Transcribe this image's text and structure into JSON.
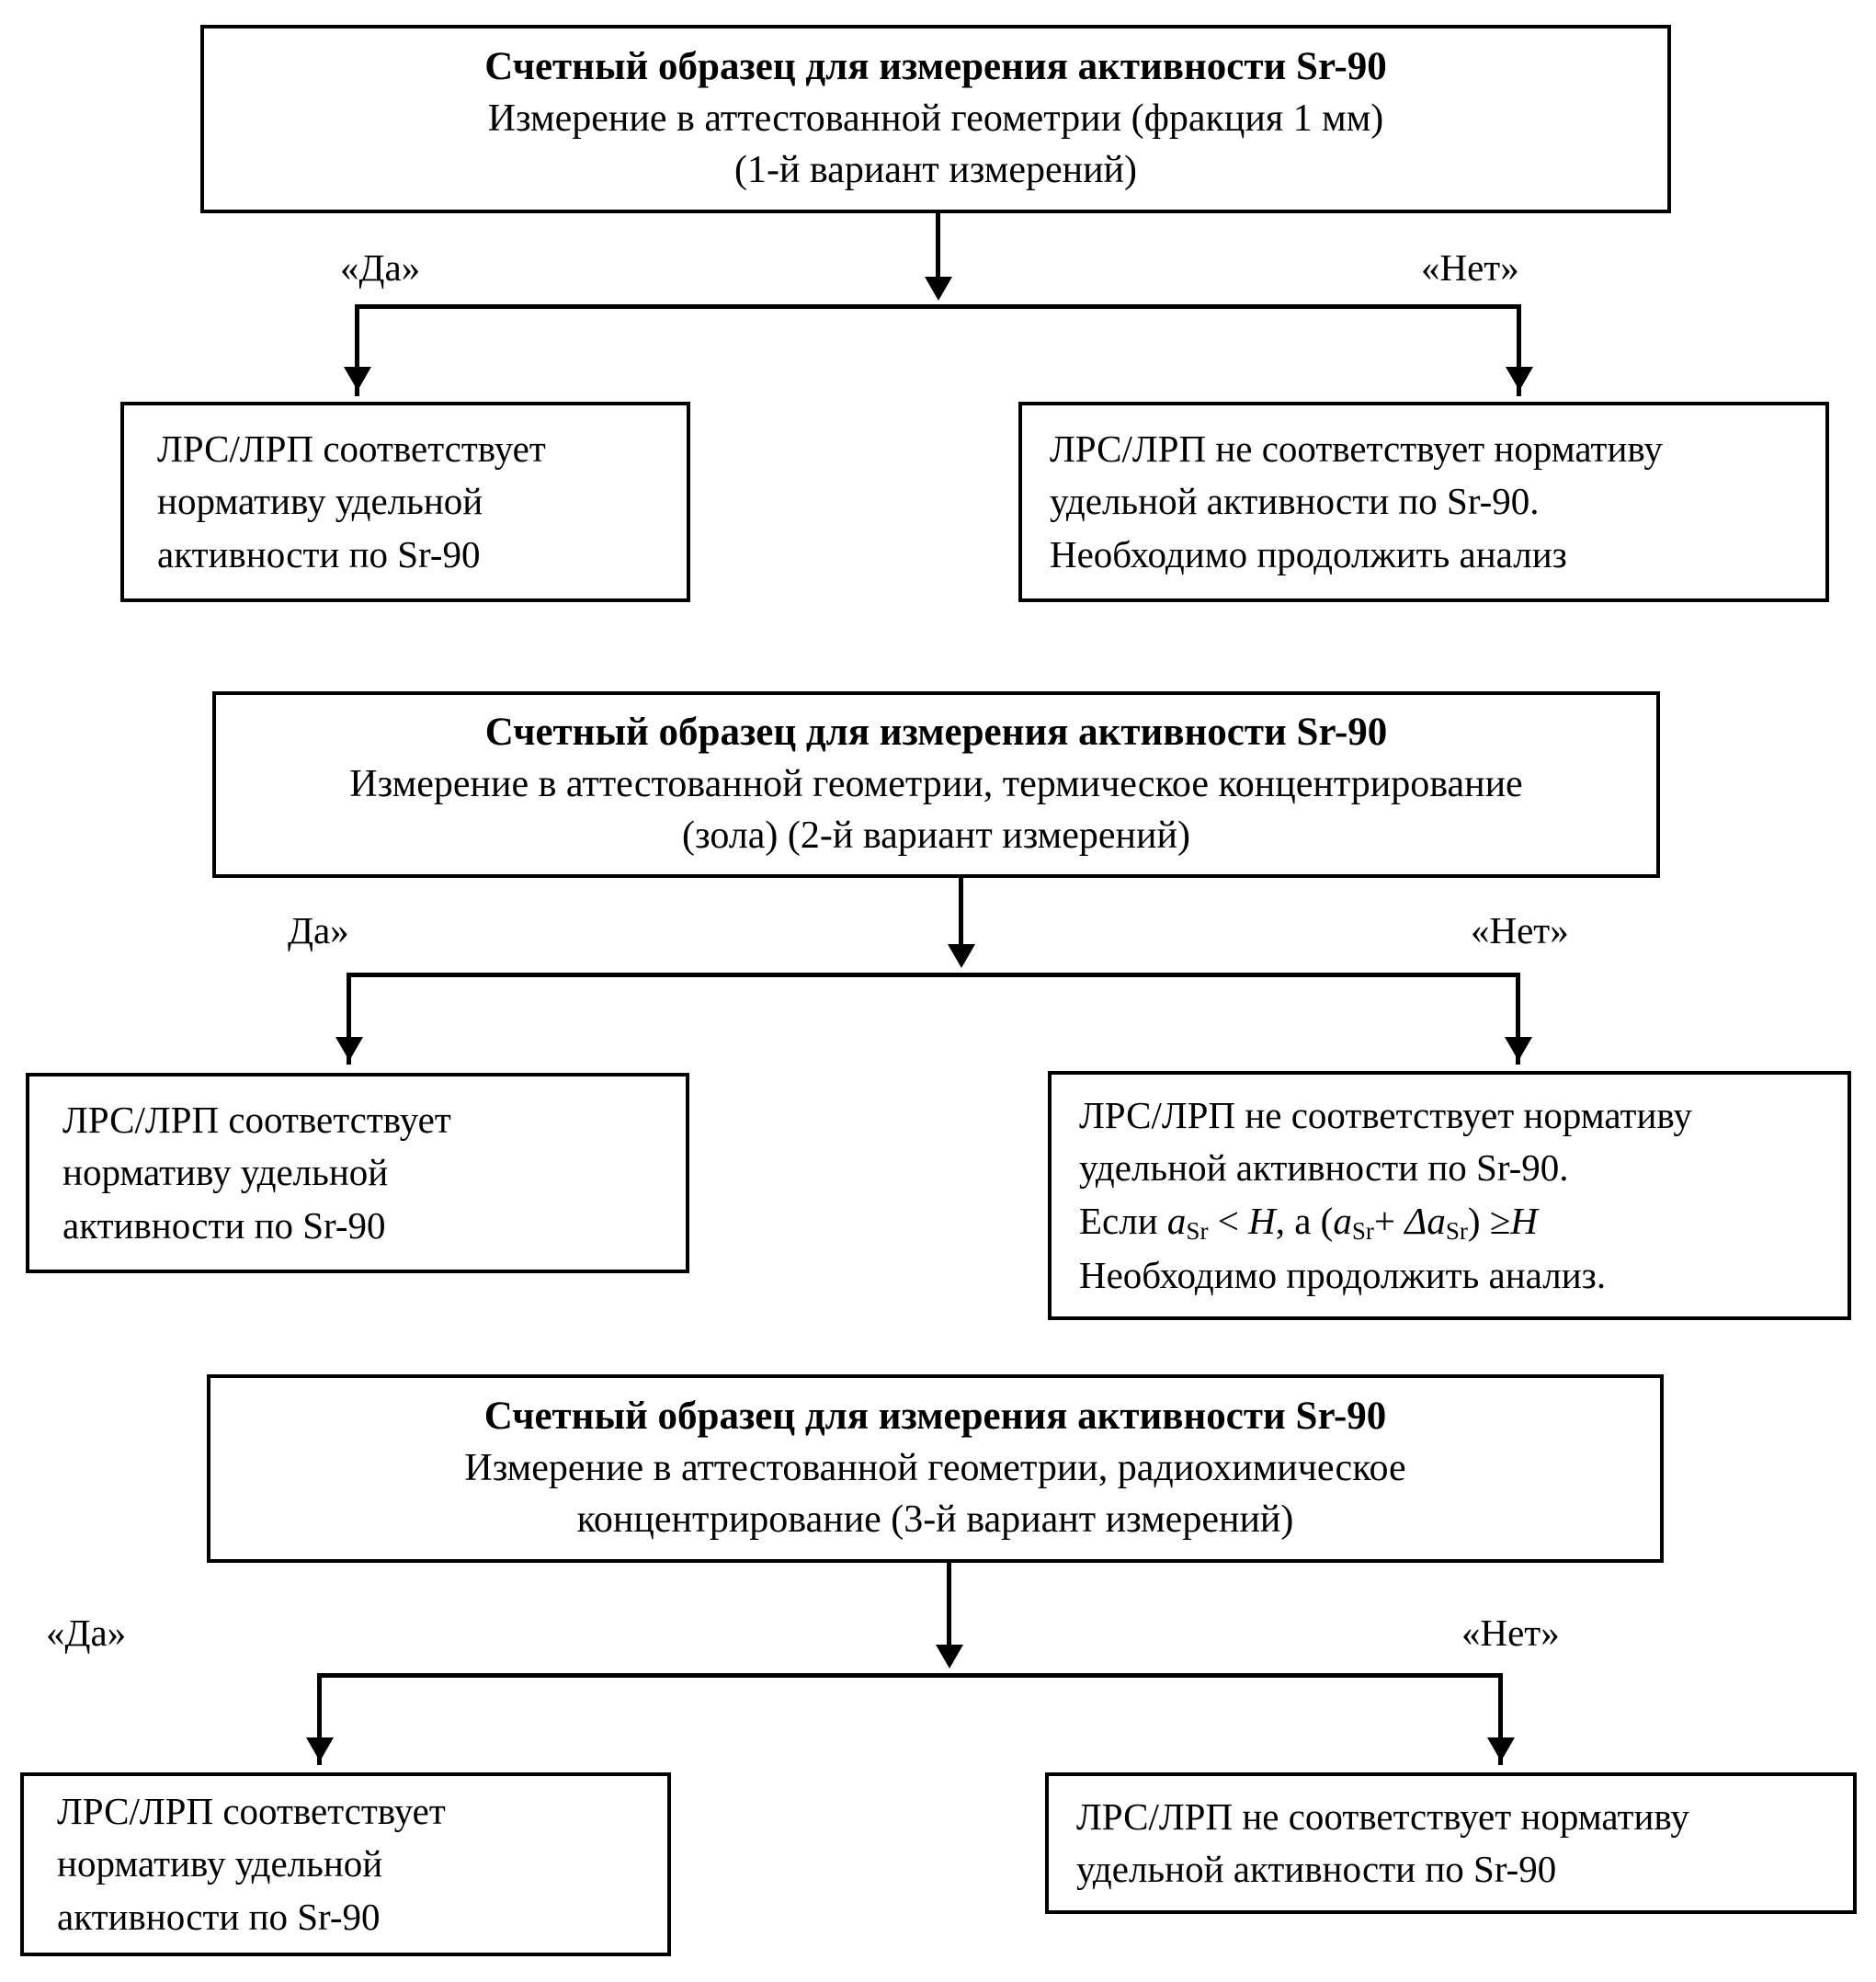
{
  "document": {
    "title": "Схема вариантов измерения удельной активности Sr-90",
    "ink_color": "#000000",
    "background_color": "#ffffff"
  },
  "sections": [
    {
      "id": "variant-1",
      "header": {
        "title": "Счетный образец для измерения активности Sr-90",
        "subtitle_line1": "Измерение в аттестованной геометрии (фракция 1 мм)",
        "subtitle_line2": "(1-й вариант измерений)"
      },
      "branch_labels": {
        "yes": "«Да»",
        "no": "«Нет»"
      },
      "yes_box": {
        "line1": "ЛРС/ЛРП соответствует",
        "line2": "нормативу удельной",
        "line3": "активности по Sr-90"
      },
      "no_box": {
        "line1": "ЛРС/ЛРП не соответствует нормативу",
        "line2": "удельной активности по Sr-90.",
        "line3": "Необходимо продолжить анализ"
      }
    },
    {
      "id": "variant-2",
      "header": {
        "title": "Счетный образец для измерения активности Sr-90",
        "subtitle_line1": "Измерение в аттестованной геометрии, термическое концентрирование",
        "subtitle_line2": "(зола) (2-й вариант измерений)"
      },
      "branch_labels": {
        "yes": "Да»",
        "no": "«Нет»"
      },
      "yes_box": {
        "line1": "ЛРС/ЛРП соответствует",
        "line2": "нормативу удельной",
        "line3": "активности по Sr-90"
      },
      "no_box": {
        "line1": "ЛРС/ЛРП не соответствует нормативу",
        "line2": "удельной активности по Sr-90.",
        "line3_formula": "Если aSr < H, а (aSr+ ΔaSr) ≥H",
        "line4": "Необходимо продолжить анализ."
      }
    },
    {
      "id": "variant-3",
      "header": {
        "title": "Счетный образец для измерения активности Sr-90",
        "subtitle_line1": "Измерение в аттестованной геометрии, радиохимическое",
        "subtitle_line2": "концентрирование (3-й вариант измерений)"
      },
      "branch_labels": {
        "yes": "«Да»",
        "no": "«Нет»"
      },
      "yes_box": {
        "line1": "ЛРС/ЛРП соответствует",
        "line2": "нормативу удельной",
        "line3": "активности по Sr-90"
      },
      "no_box": {
        "line1": "ЛРС/ЛРП не соответствует нормативу",
        "line2": "удельной активности по Sr-90"
      }
    }
  ]
}
